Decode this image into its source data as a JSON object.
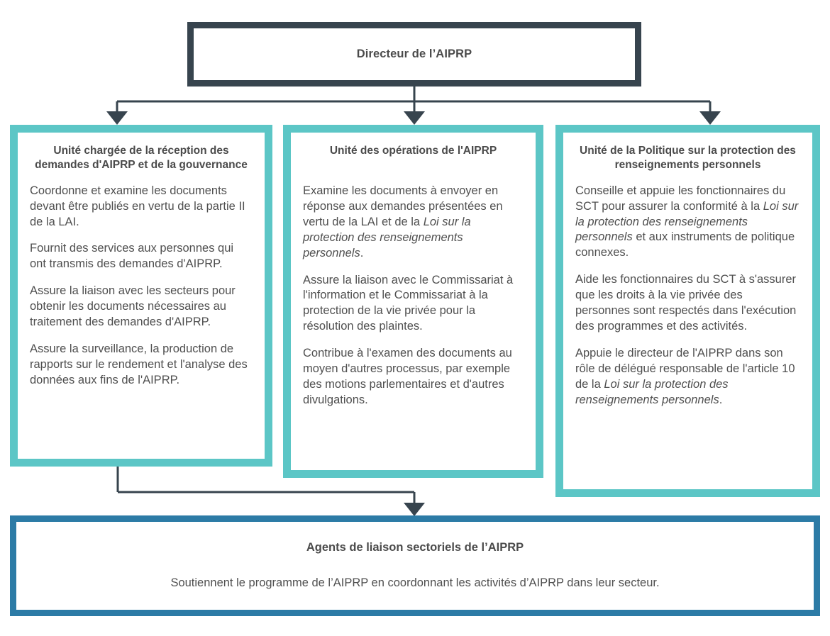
{
  "diagram": {
    "title_top": "Directeur de l’AIPRP",
    "colors": {
      "top_border": "#37444e",
      "unit_border": "#5cc6c6",
      "bottom_border": "#2c7ba6",
      "connector": "#37444e",
      "text": "#4f4f4f"
    },
    "top": {
      "label": "Directeur de l’AIPRP"
    },
    "units": [
      {
        "id": "reception",
        "title": "Unité chargée de la réception des demandes d'AIPRP et de la gouvernance",
        "paragraphs": [
          {
            "parts": [
              {
                "text": "Coordonne et examine les documents devant être publiés en vertu de la partie II de la LAI.",
                "italic": false
              }
            ]
          },
          {
            "parts": [
              {
                "text": "Fournit des services aux personnes qui ont transmis des demandes d'AIPRP.",
                "italic": false
              }
            ]
          },
          {
            "parts": [
              {
                "text": "Assure la liaison avec les secteurs pour obtenir les documents nécessaires au traitement des demandes d'AIPRP.",
                "italic": false
              }
            ]
          },
          {
            "parts": [
              {
                "text": "Assure la surveillance, la production de rapports sur le rendement et l'analyse des données aux fins de l'AIPRP.",
                "italic": false
              }
            ]
          }
        ]
      },
      {
        "id": "operations",
        "title": "Unité des opérations de l'AIPRP",
        "paragraphs": [
          {
            "parts": [
              {
                "text": "Examine les documents à envoyer en réponse aux demandes présentées en vertu de la LAI et de la ",
                "italic": false
              },
              {
                "text": "Loi sur la protection des renseignements personnels",
                "italic": true
              },
              {
                "text": ".",
                "italic": false
              }
            ]
          },
          {
            "parts": [
              {
                "text": "Assure la liaison avec le Commissariat à l'information et le Commissariat à la protection de la vie privée pour la résolution des plaintes.",
                "italic": false
              }
            ]
          },
          {
            "parts": [
              {
                "text": "Contribue à l'examen des documents au moyen d'autres processus, par exemple des motions parlementaires et d'autres divulgations.",
                "italic": false
              }
            ]
          }
        ]
      },
      {
        "id": "policy",
        "title": "Unité de la Politique sur la protection des renseignements personnels",
        "paragraphs": [
          {
            "parts": [
              {
                "text": "Conseille et appuie les fonctionnaires du SCT pour assurer la conformité à la ",
                "italic": false
              },
              {
                "text": "Loi sur la protection des renseignements personnels",
                "italic": true
              },
              {
                "text": " et aux instruments de politique connexes.",
                "italic": false
              }
            ]
          },
          {
            "parts": [
              {
                "text": "Aide les fonctionnaires du SCT à s'assurer que les droits à la vie privée des personnes sont respectés dans l'exécution des programmes et des activités.",
                "italic": false
              }
            ]
          },
          {
            "parts": [
              {
                "text": "Appuie le directeur de l'AIPRP dans son rôle de délégué responsable de l'article 10 de la ",
                "italic": false
              },
              {
                "text": "Loi sur la protection des renseignements personnels",
                "italic": true
              },
              {
                "text": ".",
                "italic": false
              }
            ]
          }
        ]
      }
    ],
    "bottom": {
      "title": "Agents de liaison sectoriels de l’AIPRP",
      "description": "Soutiennent le programme de l’AIPRP en coordonnant les activités d’AIPRP dans leur secteur."
    }
  }
}
